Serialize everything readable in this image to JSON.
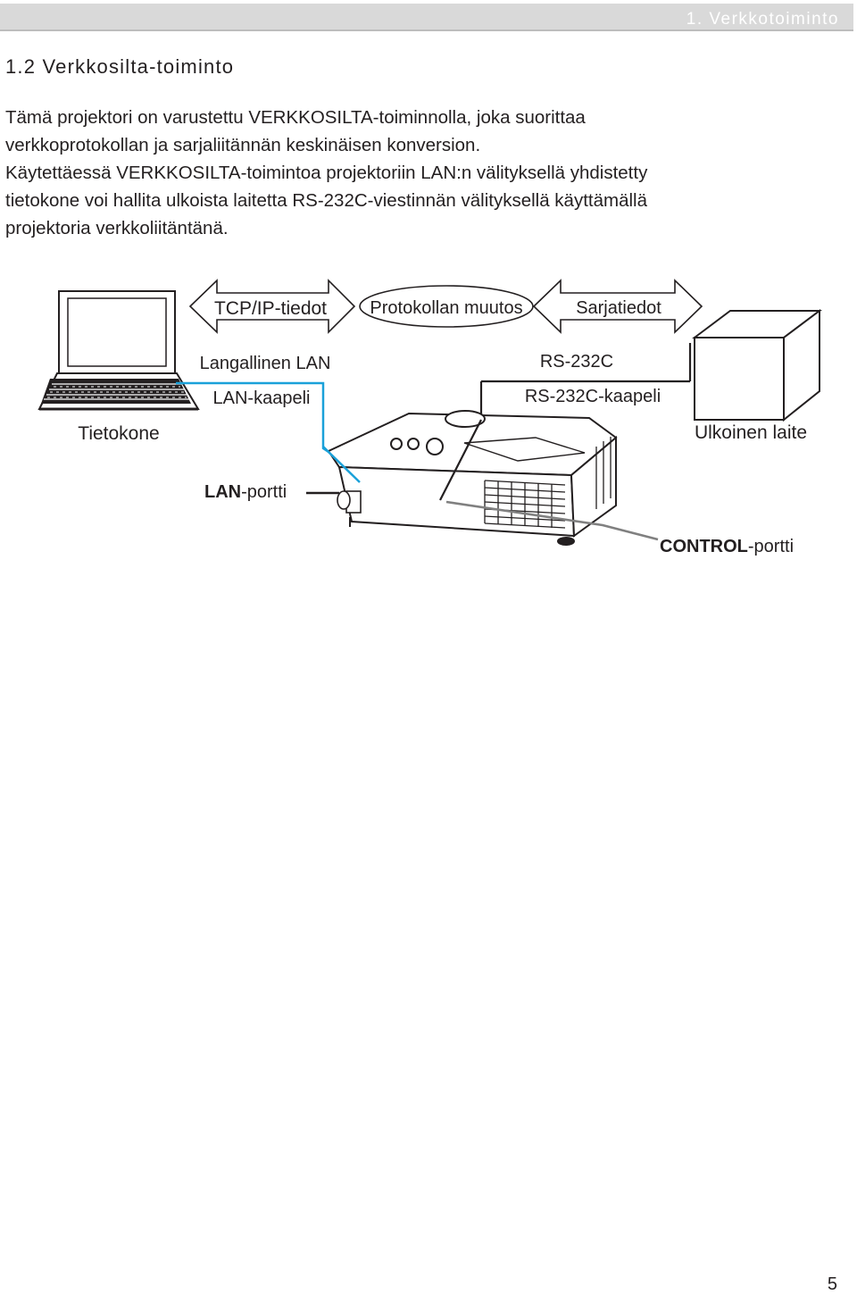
{
  "header": {
    "chapter": "1. Verkkotoiminto"
  },
  "section": {
    "title": "1.2 Verkkosilta-toiminto"
  },
  "paragraphs": {
    "p1": [
      "Tämä projektori on varustettu VERKKOSILTA-toiminnolla, joka suorittaa",
      "verkkoprotokollan ja sarjaliitännän keskinäisen konversion."
    ],
    "p2": [
      "Käytettäessä VERKKOSILTA-toimintoa projektoriin LAN:n välityksellä yhdistetty",
      "tietokone voi hallita ulkoista laitetta RS-232C-viestinnän välityksellä käyttämällä",
      "projektoria verkkoliitäntänä."
    ]
  },
  "diagram": {
    "tcpip_label": "TCP/IP-tiedot",
    "protocol_label": "Protokollan muutos",
    "serial_label": "Sarjatiedot",
    "computer_label": "Tietokone",
    "wired_lan_label": "Langallinen LAN",
    "lan_cable_label": "LAN-kaapeli",
    "rs232c_label": "RS-232C",
    "rs232c_cable_label": "RS-232C-kaapeli",
    "external_device_label": "Ulkoinen laite",
    "lan_port_bold": "LAN",
    "lan_port_rest": "-portti",
    "control_port_bold": "CONTROL",
    "control_port_rest": "-portti",
    "colors": {
      "lan_cable": "#1ba1d9",
      "rs232c_cable": "#231f20",
      "control_pointer": "#808080"
    }
  },
  "page": {
    "number": "5"
  }
}
